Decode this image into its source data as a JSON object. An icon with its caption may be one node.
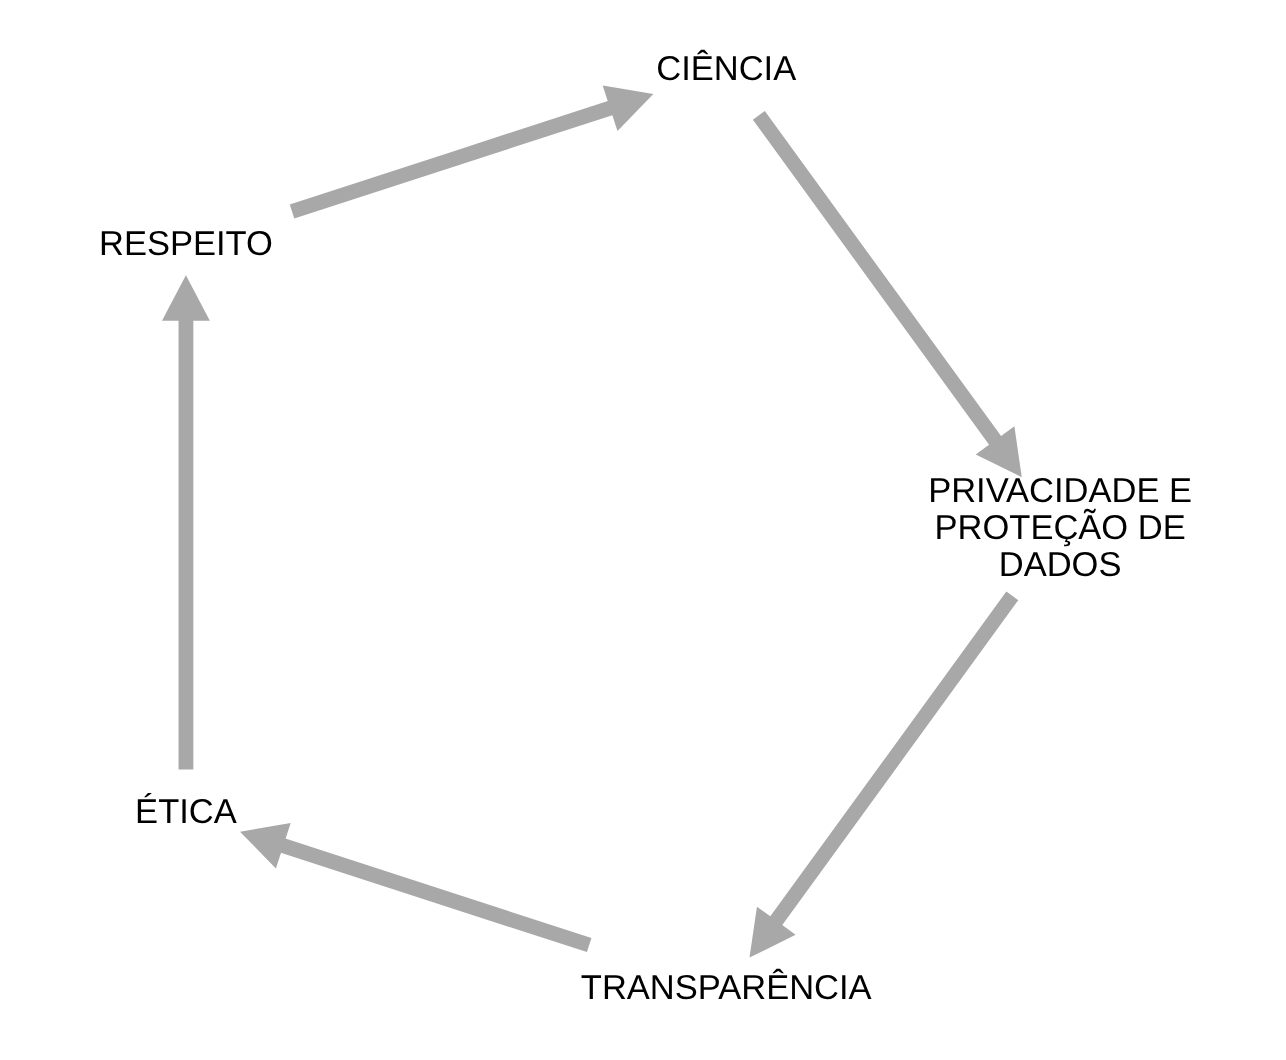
{
  "diagram": {
    "nodes": [
      {
        "text": [
          "TRANSPARÊNCIA"
        ]
      },
      {
        "text": [
          "ÉTICA"
        ]
      },
      {
        "text": [
          "PRIVACIDADE E PROTEÇÃO DE DADOS"
        ]
      },
      {
        "text": [
          "RESPEITO"
        ]
      },
      {
        "text": [
          "CIÊNCIA"
        ]
      }
    ],
    "edges": [
      {
        "from": 0,
        "to": 1,
        "arrow": "to"
      },
      {
        "from": 1,
        "to": 3,
        "arrow": "to"
      },
      {
        "from": 3,
        "to": 4,
        "arrow": "to"
      },
      {
        "from": 4,
        "to": 2,
        "arrow": "to"
      },
      {
        "from": 2,
        "to": 0,
        "arrow": "to"
      }
    ]
  }
}
